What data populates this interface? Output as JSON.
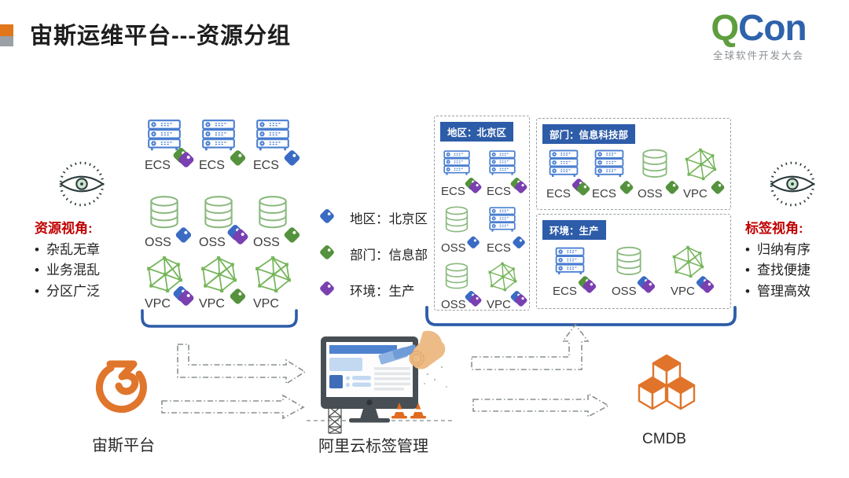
{
  "header": {
    "title": "宙斯运维平台---资源分组"
  },
  "qcon": {
    "q": "Q",
    "con": "Con",
    "subtitle": "全球软件开发大会"
  },
  "left_view": {
    "heading": "资源视角:",
    "bullets": [
      "杂乱无章",
      "业务混乱",
      "分区广泛"
    ]
  },
  "right_view": {
    "heading": "标签视角:",
    "bullets": [
      "归纳有序",
      "查找便捷",
      "管理高效"
    ]
  },
  "scatter": {
    "rows": [
      {
        "items": [
          {
            "type": "ECS",
            "tags": [
              "purple",
              "green"
            ]
          },
          {
            "type": "ECS",
            "tags": [
              "green"
            ]
          },
          {
            "type": "ECS",
            "tags": [
              "blue"
            ]
          }
        ]
      },
      {
        "items": [
          {
            "type": "OSS",
            "tags": [
              "blue"
            ]
          },
          {
            "type": "OSS",
            "tags": [
              "purple",
              "blue"
            ]
          },
          {
            "type": "OSS",
            "tags": [
              "green"
            ]
          }
        ]
      },
      {
        "items": [
          {
            "type": "VPC",
            "tags": [
              "purple",
              "blue"
            ]
          },
          {
            "type": "VPC",
            "tags": [
              "green"
            ]
          },
          {
            "type": "VPC",
            "tags": []
          }
        ]
      }
    ]
  },
  "legend": {
    "items": [
      {
        "color": "blue",
        "label": "地区：北京区"
      },
      {
        "color": "green",
        "label": "部门：信息部"
      },
      {
        "color": "purple",
        "label": "环境：生产"
      }
    ]
  },
  "groups": [
    {
      "label": "地区：北京区",
      "items": [
        {
          "type": "ECS",
          "tags": [
            "purple",
            "green"
          ]
        },
        {
          "type": "ECS",
          "tags": [
            "purple",
            "green"
          ]
        },
        {
          "type": "OSS",
          "tags": [
            "blue"
          ]
        },
        {
          "type": "ECS",
          "tags": [
            "blue"
          ]
        },
        {
          "type": "OSS",
          "tags": [
            "purple",
            "blue"
          ]
        },
        {
          "type": "VPC",
          "tags": [
            "purple",
            "blue"
          ]
        }
      ]
    },
    {
      "label": "部门：信息科技部",
      "items": [
        {
          "type": "ECS",
          "tags": [
            "green",
            "purple"
          ]
        },
        {
          "type": "ECS",
          "tags": [
            "green"
          ]
        },
        {
          "type": "OSS",
          "tags": [
            "green"
          ]
        },
        {
          "type": "VPC",
          "tags": [
            "green"
          ]
        }
      ]
    },
    {
      "label": "环境：生产",
      "items": [
        {
          "type": "ECS",
          "tags": [
            "purple",
            "green"
          ]
        },
        {
          "type": "OSS",
          "tags": [
            "purple",
            "blue"
          ]
        },
        {
          "type": "VPC",
          "tags": [
            "purple",
            "blue"
          ]
        }
      ]
    }
  ],
  "bottom": {
    "zeus_label": "宙斯平台",
    "aliyun_label": "阿里云标签管理",
    "cmdb_label": "CMDB"
  },
  "colors": {
    "tag_blue": "#3a6bc4",
    "tag_green": "#55923d",
    "tag_purple": "#7a3fb0",
    "accent_blue": "#2d5ca8",
    "accent_orange": "#e0752c",
    "heading_red": "#c00000",
    "server_blue": "#4a7fd0",
    "oss_green": "#8ab97e",
    "vpc_green": "#76b55b",
    "arrow_gray": "#8a9090",
    "dash_gray": "#9aa0a2"
  }
}
